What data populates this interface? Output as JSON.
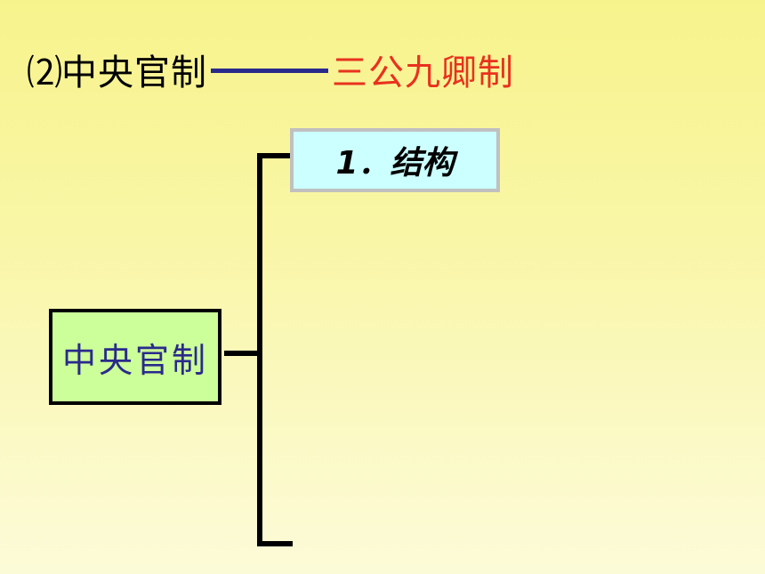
{
  "title": {
    "prefix": "⑵",
    "main": "中央官制",
    "answer": "三公九卿制"
  },
  "diagram": {
    "root": {
      "label": "中央官制"
    },
    "branches": [
      {
        "label": "1．结构"
      }
    ]
  },
  "colors": {
    "title_text": "#000000",
    "answer_text": "#e8321e",
    "dash": "#2a2a8c",
    "root_fill": "#ccff99",
    "root_text": "#2a2a8c",
    "branch_fill": "#ccffff",
    "connector": "#000000"
  }
}
